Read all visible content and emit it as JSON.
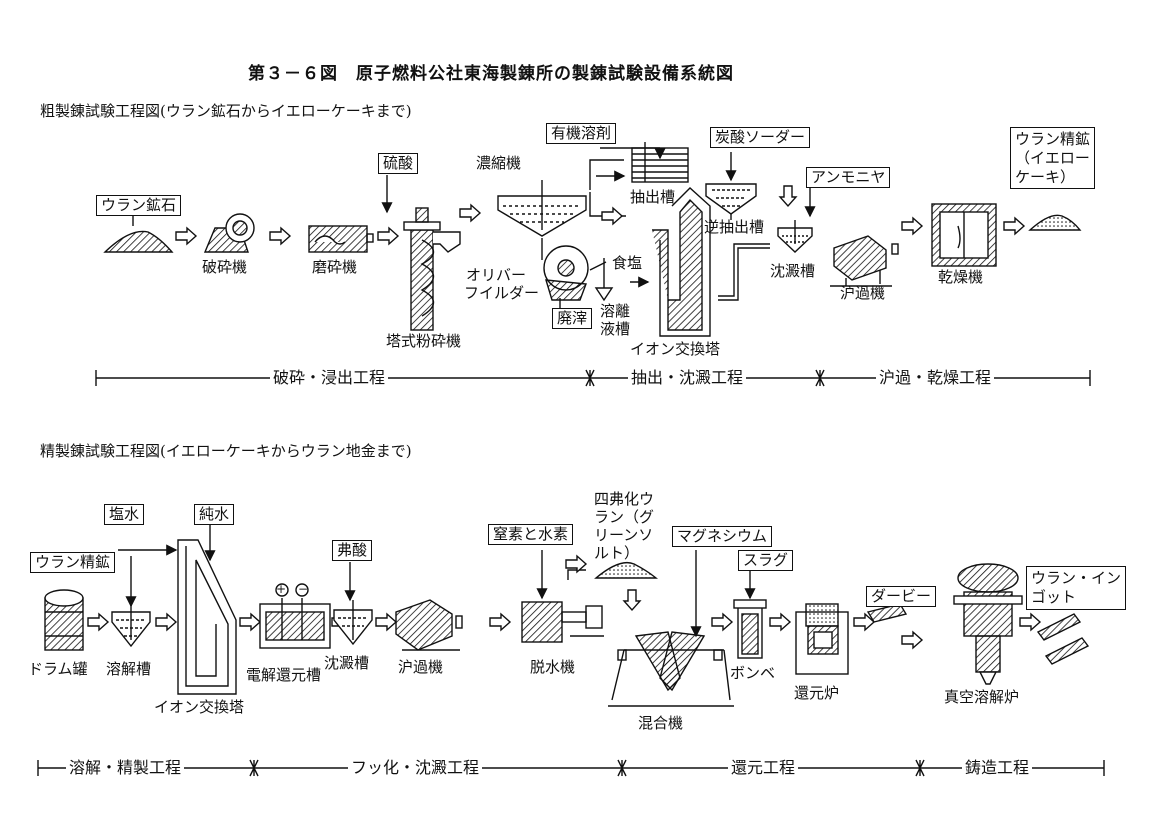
{
  "title": "第３－６図　原子燃料公社東海製錬所の製錬試験設備系統図",
  "section1": {
    "heading": "粗製錬試験工程図(ウラン鉱石からイエローケーキまで)",
    "labels": {
      "ore": "ウラン鉱石",
      "crusher": "破砕機",
      "mill": "磨砕機",
      "sulfuric": "硫酸",
      "tower_mill": "塔式粉砕機",
      "thickener": "濃縮機",
      "oliver1": "オリバー",
      "oliver2": "フイルダー",
      "residue": "廃滓",
      "salt": "食塩",
      "elution1": "溶離",
      "elution2": "液槽",
      "organic": "有機溶剤",
      "extract": "抽出槽",
      "ion_tower": "イオン交換塔",
      "soda": "炭酸ソーダー",
      "back_extract": "逆抽出槽",
      "ammonia": "アンモニヤ",
      "precip": "沈澱槽",
      "filter": "沪過機",
      "dryer": "乾燥機",
      "yellowcake1": "ウラン精鉱",
      "yellowcake2": "（イエロー",
      "yellowcake3": "ケーキ）"
    },
    "stages": [
      "破砕・浸出工程",
      "抽出・沈澱工程",
      "沪過・乾燥工程"
    ]
  },
  "section2": {
    "heading": "精製錬試験工程図(イエローケーキからウラン地金まで)",
    "labels": {
      "brine": "塩水",
      "pure_water": "純水",
      "conc": "ウラン精鉱",
      "drum": "ドラム罐",
      "dissolve": "溶解槽",
      "ion_tower": "イオン交換塔",
      "plus": "+",
      "minus": "−",
      "electro": "電解還元槽",
      "hf": "弗酸",
      "precip": "沈澱槽",
      "filter": "沪過機",
      "n2h2": "窒素と水素",
      "dewater": "脱水機",
      "uf4_col1": "四弗化ウ",
      "uf4_col2": "ラン（グ",
      "uf4_col3": "リーンソ",
      "uf4_col4": "ルト）",
      "mag": "マグネシウム",
      "mixer": "混合機",
      "slag": "スラグ",
      "bomb": "ボンベ",
      "red_furnace": "還元炉",
      "derby": "ダービー",
      "ingot1": "ウラン・イン",
      "ingot2": "ゴット",
      "vac_furnace": "真空溶解炉"
    },
    "stages": [
      "溶解・精製工程",
      "フッ化・沈澱工程",
      "還元工程",
      "鋳造工程"
    ]
  }
}
